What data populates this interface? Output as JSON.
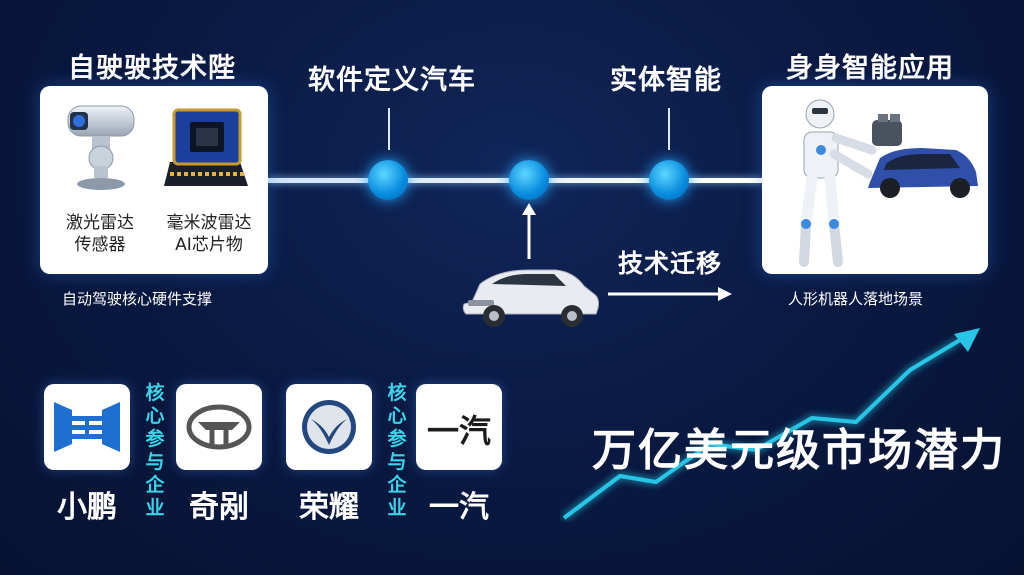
{
  "timeline": {
    "left_title": "自驶驶技术陛",
    "stage1": "软件定义汽车",
    "stage2": "实体智能",
    "right_title": "身身智能应用"
  },
  "left_card": {
    "item1_label": "激光雷达\n传感器",
    "item2_label": "毫米波雷达\nAI芯片物",
    "caption": "自动驾驶核心硬件支撑"
  },
  "transfer_label": "技术迁移",
  "right_card": {
    "caption": "人形机器人落地场景"
  },
  "partners": {
    "side_label_1": "核心参与企业",
    "side_label_2": "核心参与企业",
    "brands": [
      {
        "name": "小鹏",
        "logo": "xpeng-logo"
      },
      {
        "name": "奇剐",
        "logo": "chery-logo"
      },
      {
        "name": "荣耀",
        "logo": "dongfeng-logo"
      },
      {
        "name": "一汽",
        "logo": "faw-logo"
      }
    ],
    "faw_logo_text": "一汽"
  },
  "slogan": "万亿美元级市场潜力",
  "colors": {
    "accent_cyan": "#3ad3e8",
    "node_blue": "#0b8fe0",
    "background": "#0a1a44"
  }
}
